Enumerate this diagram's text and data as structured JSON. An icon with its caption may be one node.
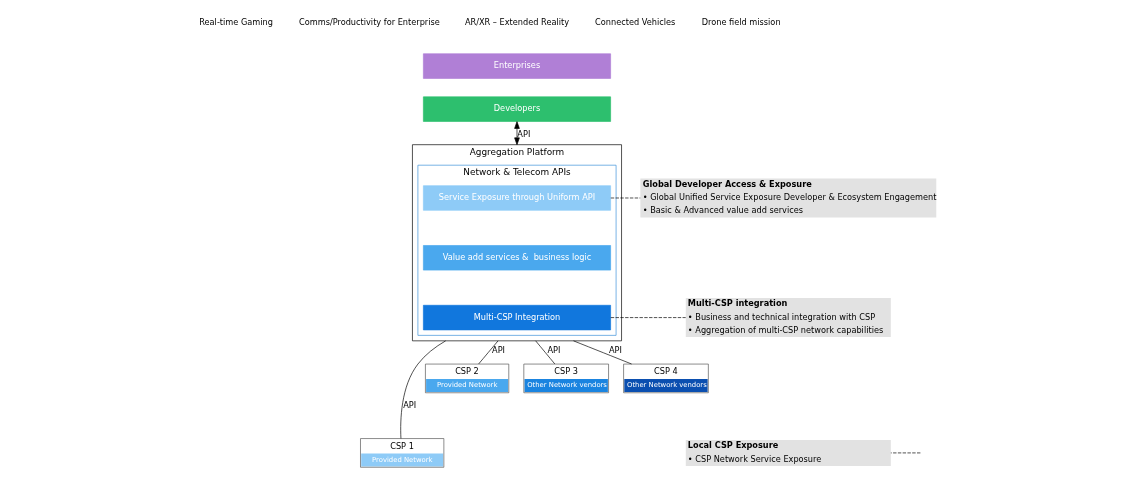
{
  "diagram": {
    "nodes": [
      {
        "text": [
          "Enterprises"
        ]
      },
      {
        "text": [
          "Developers"
        ]
      },
      {
        "text": [
          "Aggregation Platform"
        ]
      },
      {
        "text": [
          "Network & Telecom APIs"
        ],
        "in": 2
      },
      {
        "text": [
          "Service Exposure through Uniform API"
        ],
        "in": 3
      },
      {
        "text": [
          "Value add services &  business logic"
        ],
        "in": 3
      },
      {
        "text": [
          "Multi-CSP Integration"
        ],
        "in": 3
      },
      {
        "text": [
          "CSP 1",
          "Provided Network"
        ]
      },
      {
        "text": [
          "CSP 2",
          "Provided Network"
        ]
      },
      {
        "text": [
          "CSP 3",
          "Other Network vendors"
        ]
      },
      {
        "text": [
          "CSP 4",
          "Other Network vendors"
        ]
      },
      {
        "text": [
          "Global Developer Access & Exposure",
          "• Global Unified Service Exposure Developer & Ecosystem Engagement",
          "• Basic & Advanced value add services"
        ]
      },
      {
        "text": [
          "Multi-CSP integration",
          "• Business and technical integration with CSP",
          "• Aggregation of multi-CSP network capabilities"
        ]
      },
      {
        "text": [
          "Local CSP Exposure",
          "• CSP Network Service Exposure"
        ]
      }
    ],
    "edges": [
      {
        "from": 1,
        "to": 2,
        "arrow": "both",
        "label": "API"
      },
      {
        "from": 2,
        "to": 7,
        "arrow": "none",
        "label": "API"
      },
      {
        "from": 2,
        "to": 8,
        "arrow": "none",
        "label": "API"
      },
      {
        "from": 2,
        "to": 9,
        "arrow": "none",
        "label": "API"
      },
      {
        "from": 2,
        "to": 10,
        "arrow": "none",
        "label": "API"
      },
      {
        "from": 4,
        "to": 11,
        "arrow": "none",
        "style": "dashed"
      },
      {
        "from": 6,
        "to": 12,
        "arrow": "none",
        "style": "dashed"
      },
      {
        "from": null,
        "to": 13,
        "arrow": "none",
        "style": "dashed"
      }
    ],
    "labels": [
      "Real-time Gaming",
      "Comms/Productivity for Enterprise",
      "AR/XR – Extended Reality",
      "Connected Vehicles",
      "Drone field mission"
    ]
  }
}
